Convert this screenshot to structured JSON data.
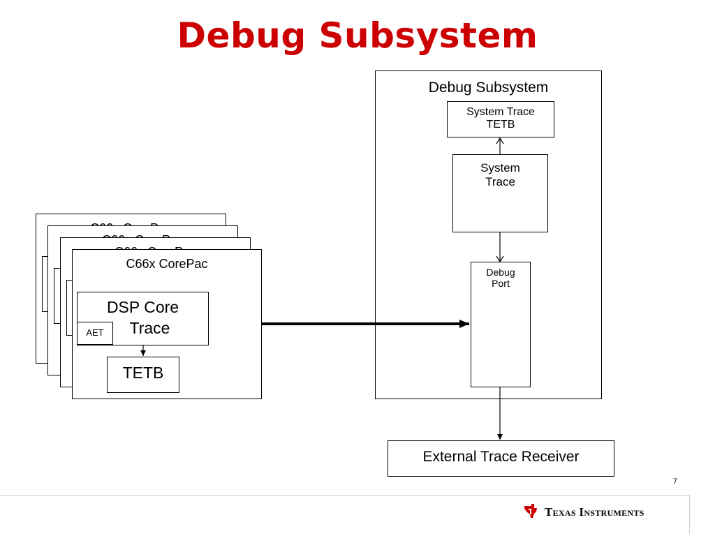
{
  "title": "Debug Subsystem",
  "corepac": {
    "card_label": "C66x CorePac",
    "dsp_core_label_line1": "DSP Core",
    "dsp_core_label_line2": "Trace",
    "aet_label": "AET",
    "tetb_label": "TETB"
  },
  "debug_subsystem": {
    "label": "Debug Subsystem",
    "system_trace_tetb_line1": "System Trace",
    "system_trace_tetb_line2": "TETB",
    "system_trace_line1": "System",
    "system_trace_line2": "Trace",
    "debug_port_line1": "Debug",
    "debug_port_line2": "Port"
  },
  "external_receiver": "External Trace Receiver",
  "page_number": "7",
  "footer": {
    "logo_text": "Texas Instruments",
    "logo_icon": "ti-logo-icon"
  },
  "colors": {
    "title": "#cc0000",
    "logo": "#cc0000"
  }
}
